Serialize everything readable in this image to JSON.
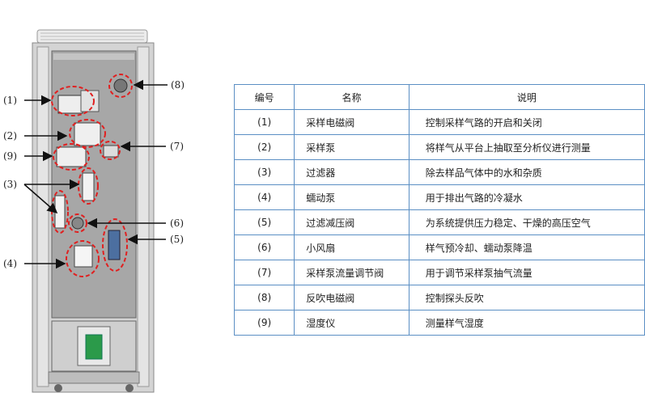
{
  "callouts": [
    "(1)",
    "(2)",
    "(9)",
    "(3)",
    "(4)",
    "(8)",
    "(7)",
    "(6)",
    "(5)"
  ],
  "table": {
    "headers": [
      "编号",
      "名称",
      "说明"
    ],
    "rows": [
      {
        "num": "(1)",
        "name": "采样电磁阀",
        "desc": "控制采样气路的开启和关闭"
      },
      {
        "num": "(2)",
        "name": "采样泵",
        "desc": "将样气从平台上抽取至分析仪进行测量"
      },
      {
        "num": "(3)",
        "name": "过滤器",
        "desc": "除去样品气体中的水和杂质"
      },
      {
        "num": "(4)",
        "name": "蠕动泵",
        "desc": "用于排出气路的冷凝水"
      },
      {
        "num": "(5)",
        "name": "过滤减压阀",
        "desc": "为系统提供压力稳定、干燥的高压空气"
      },
      {
        "num": "(6)",
        "name": "小风扇",
        "desc": "样气预冷却、蠕动泵降温"
      },
      {
        "num": "(7)",
        "name": "采样泵流量调节阀",
        "desc": "用于调节采样泵抽气流量"
      },
      {
        "num": "(8)",
        "name": "反吹电磁阀",
        "desc": "控制探头反吹"
      },
      {
        "num": "(9)",
        "name": "湿度仪",
        "desc": "测量样气湿度"
      }
    ]
  },
  "colors": {
    "highlight": "#e02020",
    "border": "#5b8fc4",
    "cabinet": "#d4d4d4"
  }
}
